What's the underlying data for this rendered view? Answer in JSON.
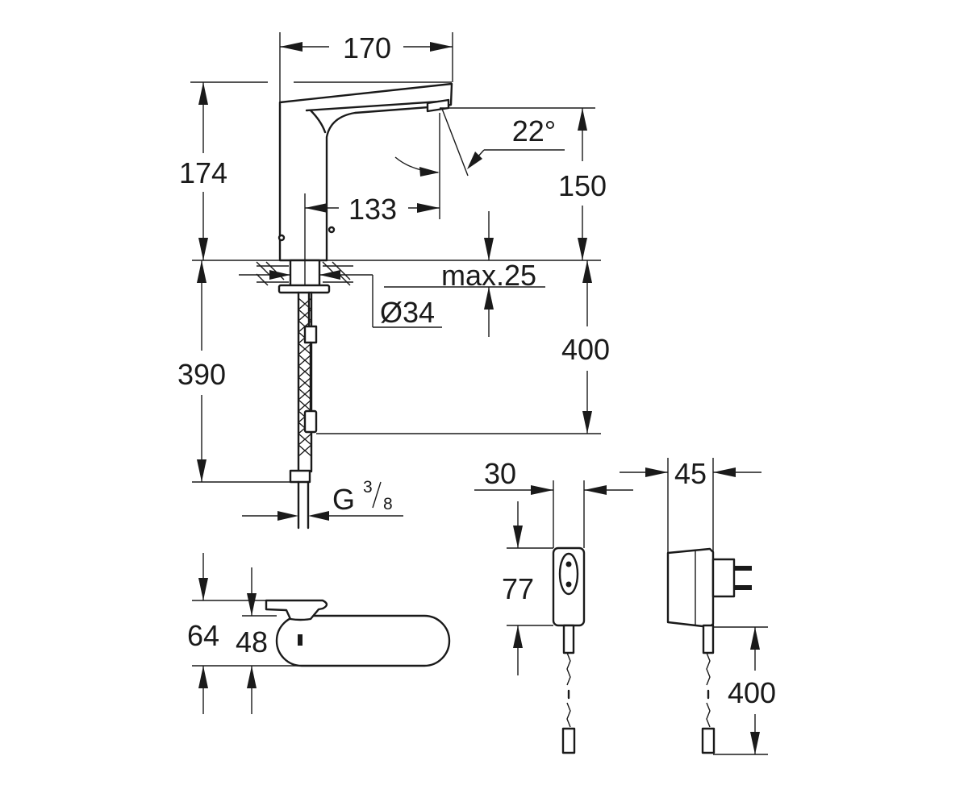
{
  "dimensions": {
    "width_total": "170",
    "height_spout": "174",
    "reach": "133",
    "angle": "22°",
    "outlet_height": "150",
    "max_thickness": "max.25",
    "hole_diameter": "Ø34",
    "hose_length": "390",
    "cable_length_top": "400",
    "thread_g": "G",
    "thread_num": "3",
    "thread_den": "8",
    "top_view_total": "64",
    "top_view_body": "48",
    "adapter_width": "30",
    "adapter_depth": "45",
    "adapter_height": "77",
    "adapter_cable": "400"
  }
}
